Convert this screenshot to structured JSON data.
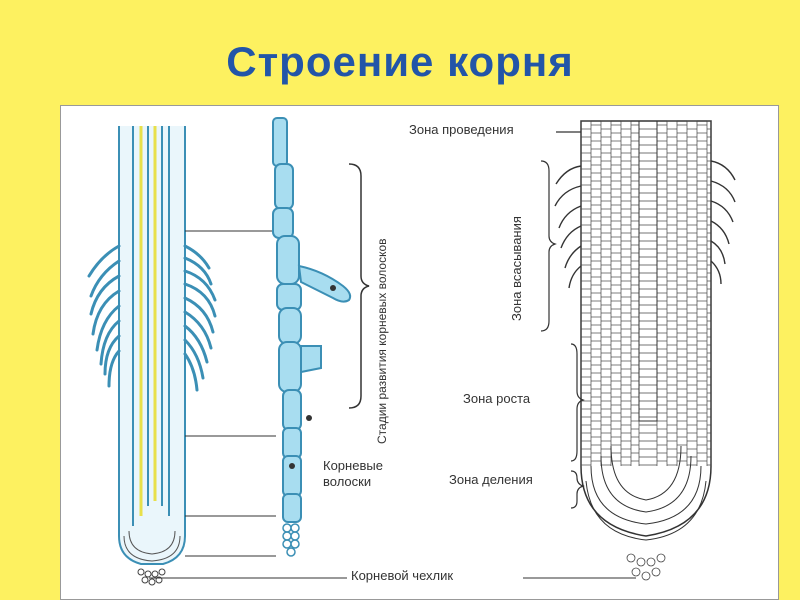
{
  "title": "Строение корня",
  "labels": {
    "conduction_zone": "Зона проведения",
    "absorption_zone": "Зона всасывания",
    "growth_zone": "Зона роста",
    "division_zone": "Зона деления",
    "root_hairs_stages": "Стадии развития корневых волосков",
    "root_hairs": "Корневые волоски",
    "root_hairs_line1": "Корневые",
    "root_hairs_line2": "волоски",
    "root_cap": "Корневой чехлик"
  },
  "colors": {
    "background": "#FDF160",
    "title": "#2255A8",
    "cell_fill": "#A8DDF0",
    "cell_stroke": "#3B8FB5",
    "vascular_yellow": "#E8E04A",
    "ink": "#333333"
  }
}
